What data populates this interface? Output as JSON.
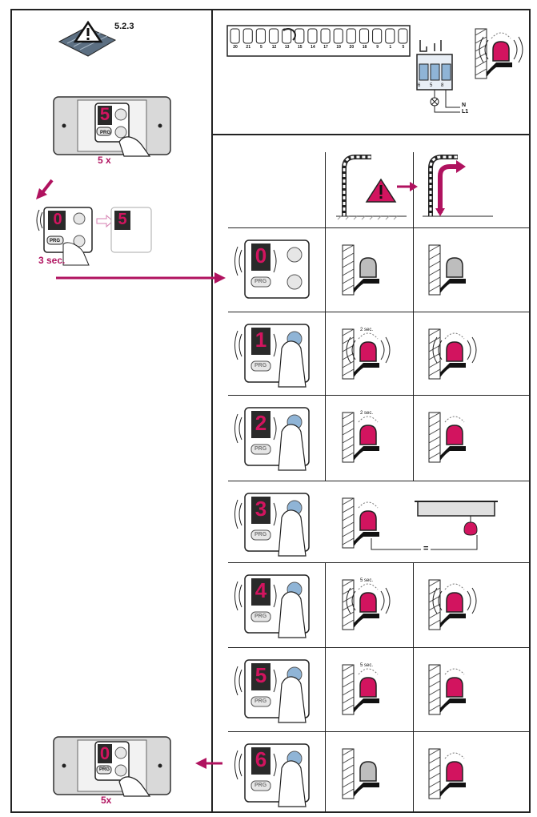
{
  "section_ref": "5.2.3",
  "top_left": {
    "digit": "5",
    "presses": "5 x",
    "prg": "PRG"
  },
  "hold_step": {
    "digit_from": "0",
    "digit_to": "5",
    "prg": "PRG",
    "hold_label": "3 sec."
  },
  "terminal": {
    "numbers": [
      "20",
      "21",
      "5",
      "12",
      "13",
      "15",
      "14",
      "17",
      "19",
      "20",
      "18",
      "9",
      "1",
      "5"
    ],
    "relay_pins": [
      "6",
      "5",
      "8"
    ],
    "power_labels": [
      "N",
      "L1"
    ]
  },
  "rows": [
    {
      "digit": "0",
      "prg": "PRG",
      "lamp_left": "off",
      "lamp_right": "off",
      "time_left": "",
      "time_right": ""
    },
    {
      "digit": "1",
      "prg": "PRG",
      "lamp_left": "flash",
      "lamp_right": "flash",
      "time_left": "2 sec.",
      "time_right": ""
    },
    {
      "digit": "2",
      "prg": "PRG",
      "lamp_left": "on",
      "lamp_right": "on",
      "time_left": "2 sec.",
      "time_right": ""
    },
    {
      "digit": "3",
      "prg": "PRG",
      "lamp_left": "on",
      "lamp_right": "courtesy",
      "time_left": "",
      "time_right": "",
      "equals": "="
    },
    {
      "digit": "4",
      "prg": "PRG",
      "lamp_left": "flash",
      "lamp_right": "flash",
      "time_left": "5 sec.",
      "time_right": ""
    },
    {
      "digit": "5",
      "prg": "PRG",
      "lamp_left": "on",
      "lamp_right": "on",
      "time_left": "5 sec.",
      "time_right": ""
    },
    {
      "digit": "6",
      "prg": "PRG",
      "lamp_left": "off",
      "lamp_right": "on",
      "time_left": "",
      "time_right": ""
    }
  ],
  "bottom_left": {
    "digit": "0",
    "presses": "5x",
    "prg": "PRG"
  },
  "colors": {
    "accent": "#c0126a",
    "digit_red": "#d2145f",
    "line": "#222222",
    "screen": "#2a2a2a",
    "panel": "#e4e4e4",
    "blue_button": "#8fb4d6"
  }
}
